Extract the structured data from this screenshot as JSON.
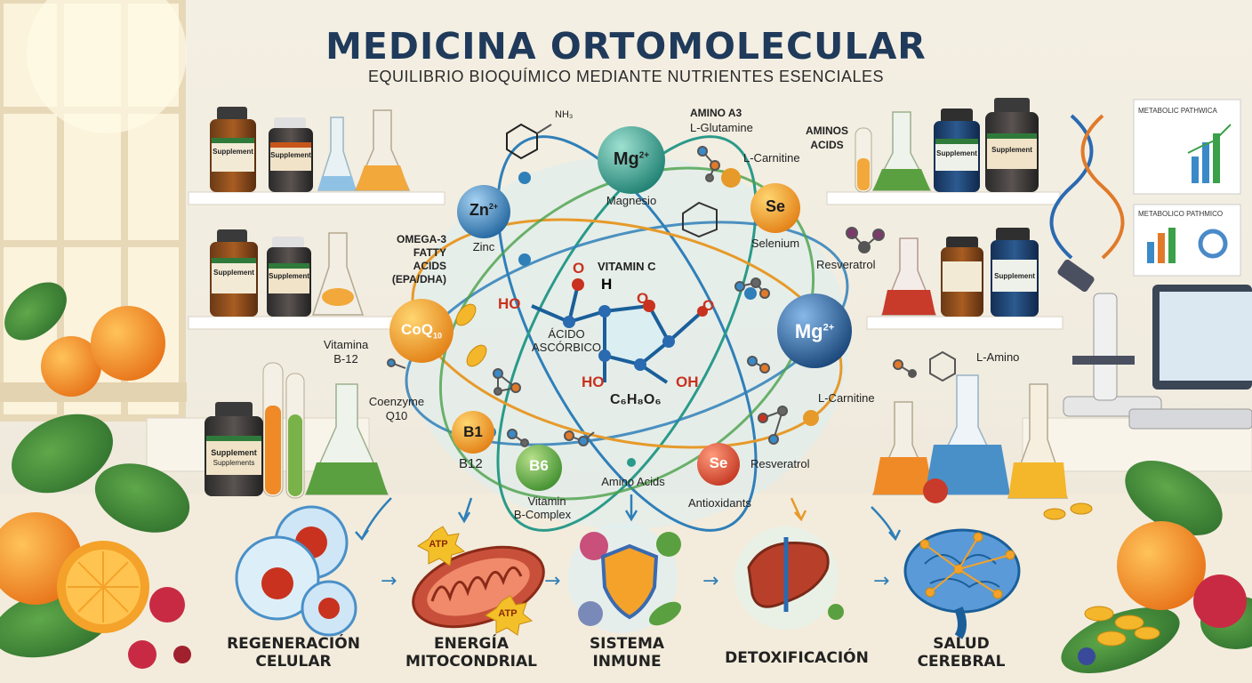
{
  "header": {
    "title": "MEDICINA ORTOMOLECULAR",
    "subtitle": "EQUILIBRIO BIOQUÍMICO MEDIANTE NUTRIENTES ESENCIALES"
  },
  "nutrients": {
    "mg_top": {
      "symbol": "Mg",
      "charge": "2+",
      "label": "Magnesio"
    },
    "zn": {
      "symbol": "Zn",
      "charge": "2+",
      "label": "Zinc"
    },
    "se_top": {
      "symbol": "Se",
      "label": "Selenium"
    },
    "mg_right": {
      "symbol": "Mg",
      "charge": "2+"
    },
    "coq10": {
      "symbol": "CoQ",
      "sub": "10"
    },
    "b1": {
      "symbol": "B1",
      "label": "B12"
    },
    "b6": {
      "symbol": "B6",
      "label_line1": "Vitamin",
      "label_line2": "B-Complex"
    },
    "se_bottom": {
      "symbol": "Se",
      "label": "Resveratrol"
    }
  },
  "labels": {
    "amino_a3": "AMINO A3",
    "l_glutamine": "L-Glutamine",
    "l_carnitine_top": "L-Carnitine",
    "aminos_acids_1": "AMINOS",
    "aminos_acids_2": "ACIDS",
    "omega_1": "OMEGA-3",
    "omega_2": "FATTY",
    "omega_3": "ACIDS",
    "omega_4": "(EPA/DHA)",
    "vitamina_1": "Vitamina",
    "vitamina_2": "B-12",
    "coenzyme_1": "Coenzyme",
    "coenzyme_2": "Q10",
    "resveratrol_right": "Resveratrol",
    "l_amino": "L-Amino",
    "l_carnitine_right": "L-Carnitine",
    "amino_acids": "Amino Acids",
    "antioxidants": "Antioxidants",
    "nh3": "NH₃"
  },
  "molecule": {
    "name": "VITAMIN C",
    "acid_1": "ÁCIDO",
    "acid_2": "ASCÓRBICO",
    "formula": "C₆H₈O₆",
    "ho_left": "HO",
    "ho_bottom": "HO",
    "oh_bottom": "OH",
    "o_top": "O",
    "o_ring": "O",
    "o_right": "O",
    "h_top": "H"
  },
  "shelves": {
    "jar_label": "Supplement",
    "jar_sublabel": "Supplements"
  },
  "panels": {
    "top": "METABOLIC PATHWICA",
    "bottom": "METABOLICO PATHMICO"
  },
  "atp": {
    "a": "ATP",
    "b": "ATP"
  },
  "outcomes": [
    {
      "line1": "REGENERACIÓN",
      "line2": "CELULAR"
    },
    {
      "line1": "ENERGÍA",
      "line2": "MITOCONDRIAL"
    },
    {
      "line1": "SISTEMA",
      "line2": "INMUNE"
    },
    {
      "line1": "DETOXIFICACIÓN",
      "line2": ""
    },
    {
      "line1": "SALUD",
      "line2": "CEREBRAL"
    }
  ],
  "colors": {
    "title": "#1f3a5a",
    "orbit_blue": "#2f7fb8",
    "orbit_teal": "#2a9a8a",
    "orbit_orange": "#e69a2a",
    "orbit_green": "#4aa04a",
    "accent_red": "#c8321e"
  }
}
